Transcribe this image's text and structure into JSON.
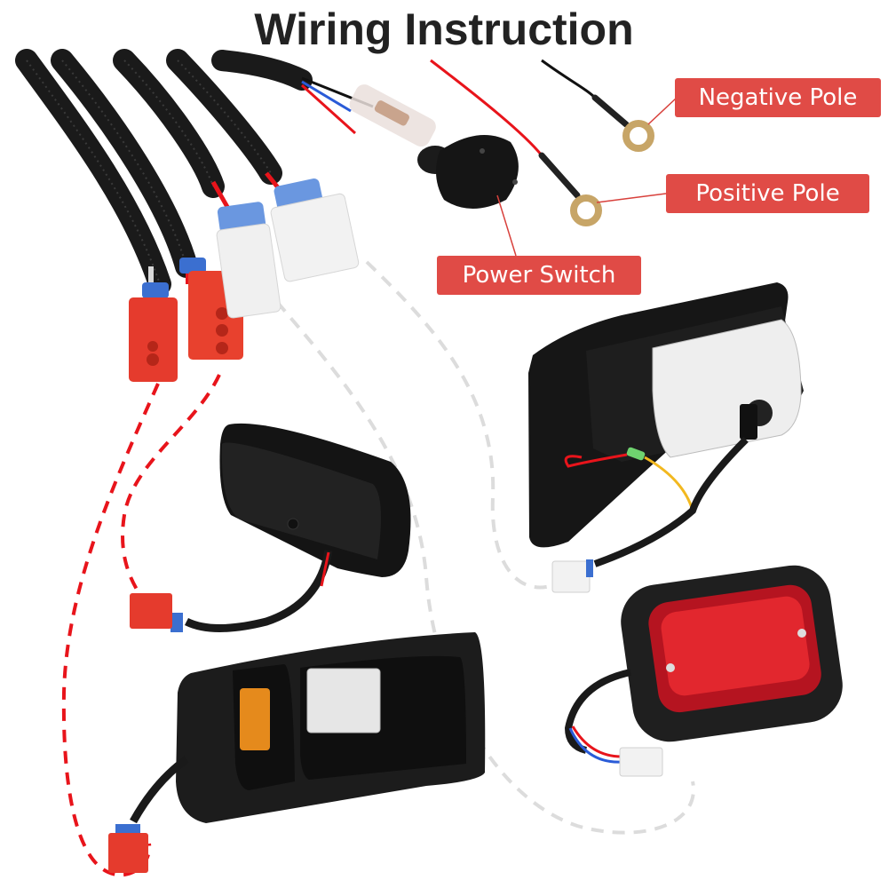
{
  "title": "Wiring Instruction",
  "labels": {
    "negative_pole": "Negative Pole",
    "positive_pole": "Positive Pole",
    "power_switch": "Power Switch"
  },
  "colors": {
    "label_bg": "#e04b46",
    "label_text": "#ffffff",
    "title_text": "#222222",
    "red_dash": "#e8141b",
    "gray_dash": "#dddddd"
  },
  "components": [
    "wire-harness",
    "red-connectors",
    "white-connectors",
    "fuse-holder",
    "rocker-switch",
    "negative-ring-terminal",
    "positive-ring-terminal",
    "headlight-rear",
    "headlight-front",
    "headlight-with-signal",
    "tail-light-red"
  ]
}
